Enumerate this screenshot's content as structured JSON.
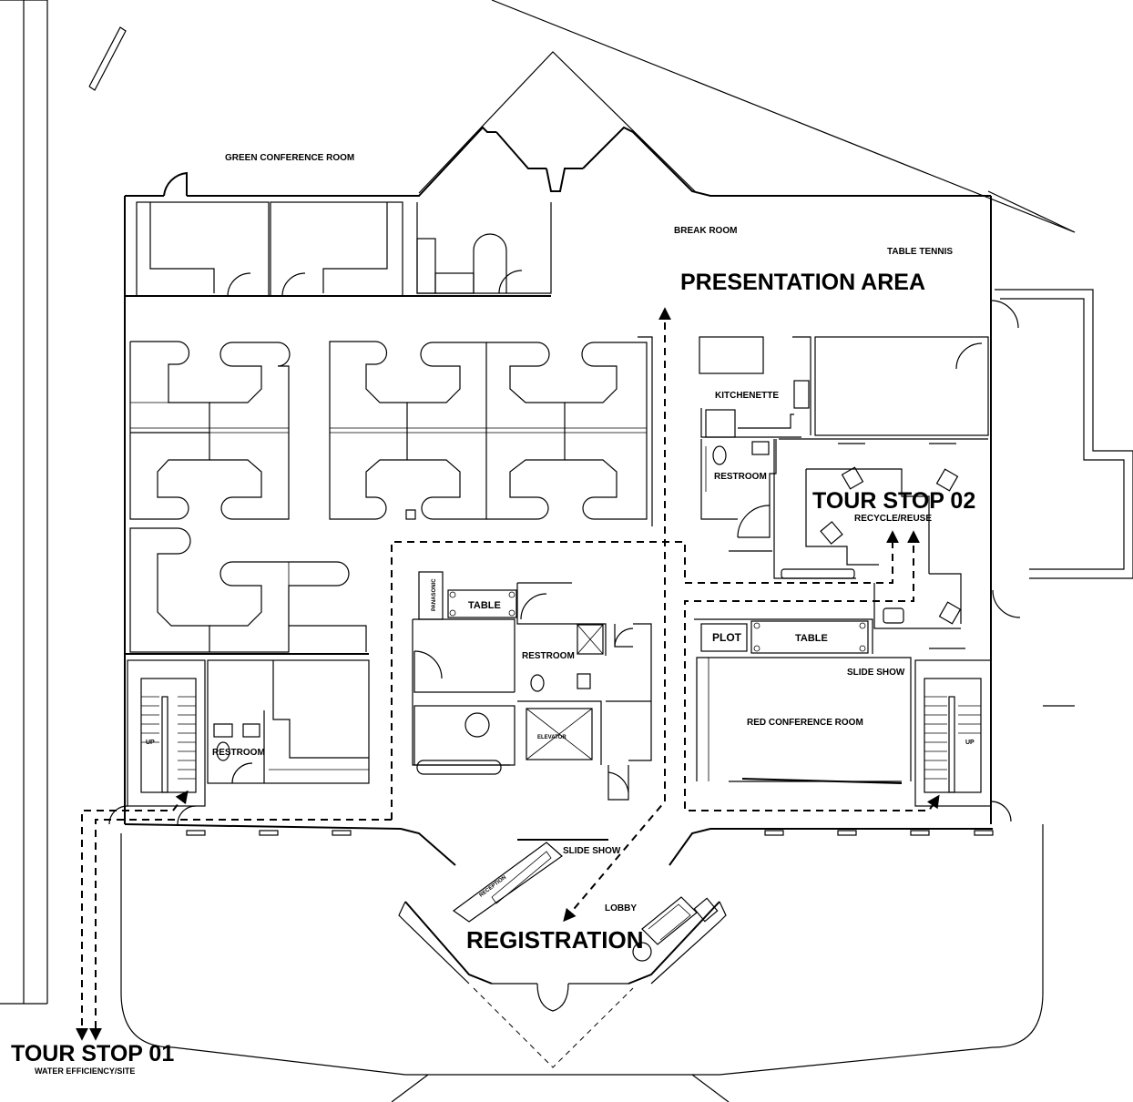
{
  "rooms": {
    "green_conference_room": "GREEN CONFERENCE ROOM",
    "break_room": "BREAK ROOM",
    "table_tennis": "TABLE TENNIS",
    "kitchenette": "KITCHENETTE",
    "restroom_east": "RESTROOM",
    "restroom_center": "RESTROOM",
    "restroom_west": "RESTROOM",
    "table_center": "TABLE",
    "table_east": "TABLE",
    "plot": "PLOT",
    "slide_show_east": "SLIDE SHOW",
    "red_conference_room": "RED CONFERENCE  ROOM",
    "elevator": "ELEVATOR",
    "panasonic": "PANASONIC",
    "reception": "RECEPTION",
    "slide_show_lobby": "SLIDE SHOW",
    "lobby": "LOBBY",
    "up_west": "UP",
    "up_east": "UP"
  },
  "callouts": {
    "presentation_area": "PRESENTATION AREA",
    "tour_stop_02": "TOUR STOP 02",
    "recycle_reuse": "RECYCLE/REUSE",
    "registration": "REGISTRATION",
    "tour_stop_01": "TOUR STOP 01",
    "water_efficiency_site": "WATER EFFICIENCY/SITE"
  }
}
